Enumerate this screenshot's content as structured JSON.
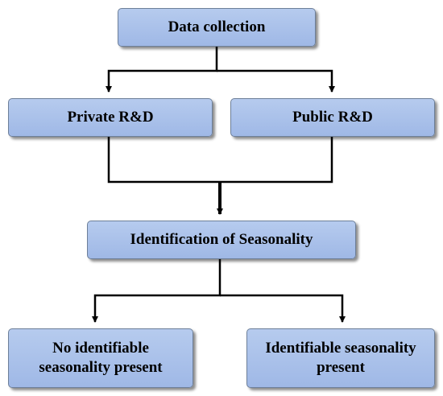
{
  "nodes": {
    "data_collection": "Data collection",
    "private_rd": "Private R&D",
    "public_rd": "Public R&D",
    "identification": "Identification of Seasonality",
    "no_seasonality": "No identifiable seasonality present",
    "seasonality_present": "Identifiable seasonality present"
  },
  "colors": {
    "box_fill": "#a7c0ea",
    "box_border": "#6d7f99",
    "connector": "#000000"
  }
}
